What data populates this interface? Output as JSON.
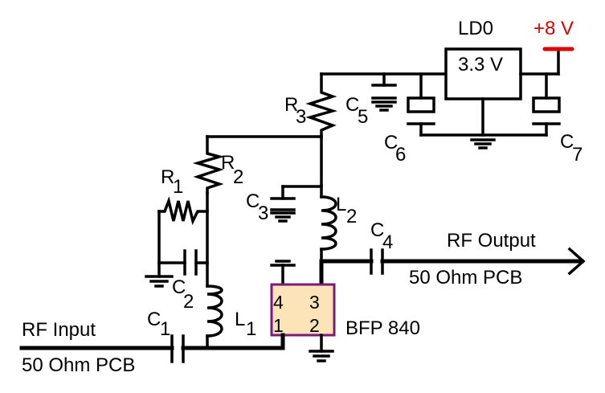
{
  "diagram": {
    "title": "BFP 840 RF amplifier schematic",
    "colors": {
      "wire": "#000000",
      "supply": "#e00000",
      "transistor_fill": "#fce3b8",
      "transistor_border": "#7a1a7a"
    },
    "labels": {
      "rf_input": "RF Input",
      "rf_input_line": "50 Ohm PCB",
      "rf_output": "RF Output",
      "rf_output_line": "50 Ohm PCB",
      "transistor": "BFP 840",
      "regulator_name": "LD0",
      "regulator_voltage": "3.3 V",
      "supply": "+8 V"
    },
    "components": {
      "C1": {
        "letter": "C",
        "index": "1"
      },
      "C2": {
        "letter": "C",
        "index": "2"
      },
      "C3": {
        "letter": "C",
        "index": "3"
      },
      "C4": {
        "letter": "C",
        "index": "4"
      },
      "C5": {
        "letter": "C",
        "index": "5"
      },
      "C6": {
        "letter": "C",
        "index": "6"
      },
      "C7": {
        "letter": "C",
        "index": "7"
      },
      "R1": {
        "letter": "R",
        "index": "1"
      },
      "R2": {
        "letter": "R",
        "index": "2"
      },
      "R3": {
        "letter": "R",
        "index": "3"
      },
      "L1": {
        "letter": "L",
        "index": "1"
      },
      "L2": {
        "letter": "L",
        "index": "2"
      }
    },
    "transistor_pins": [
      "4",
      "3",
      "1",
      "2"
    ]
  }
}
